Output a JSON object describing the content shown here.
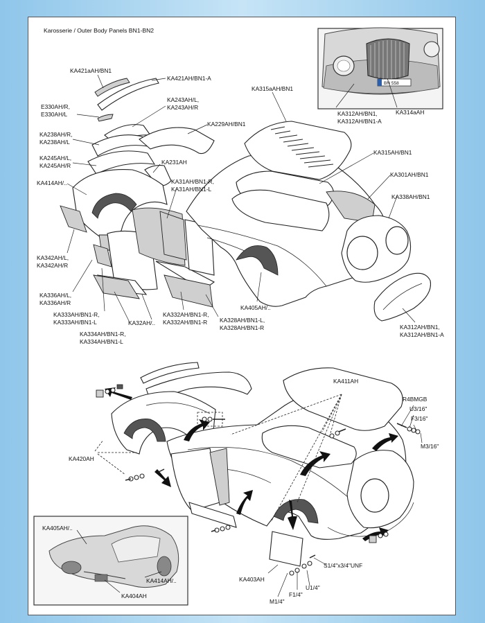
{
  "title": "Karosserie / Outer Body Panels BN1-BN2",
  "labels": {
    "ka421aah_bn1": "KA421aAH/BN1",
    "ka421ah_bn1a": "KA421AH/BN1-A",
    "e330ah_r": "E330AH/R,",
    "e330ah_l": "E330AH/L",
    "ka243ah_l": "KA243AH/L,",
    "ka243ah_r": "KA243AH/R",
    "ka238ah_r": "KA238AH/R,",
    "ka238ah_l": "KA238AH/L",
    "ka229ah_bn1": "KA229AH/BN1",
    "ka315aah_bn1": "KA315aAH/BN1",
    "ka312ah_bn1_top": "KA312AH/BN1,",
    "ka312ah_bn1a_top": "KA312AH/BN1-A",
    "ka314aah": "KA314aAH",
    "ka245ah_l": "KA245AH/L,",
    "ka245ah_r": "KA245AH/R",
    "ka315ah_bn1": "KA315AH/BN1",
    "ka231ah": "KA231AH",
    "ka414ah_top": "KA414AH/..",
    "ka31ah_bn1r": "KA31AH/BN1-R,",
    "ka31ah_bn1l": "KA31AH/BN1-L",
    "ka301ah_bn1": "KA301AH/BN1",
    "ka338ah_bn1": "KA338AH/BN1",
    "ka342ah_l": "KA342AH/L,",
    "ka342ah_r": "KA342AH/R",
    "ka336ah_l": "KA336AH/L,",
    "ka336ah_r": "KA336AH/R",
    "ka405ah_mid": "KA405AH/..",
    "ka333ah_r": "KA333AH/BN1-R,",
    "ka333ah_l": "KA333AH/BN1-L",
    "ka32ah": "KA32AH/..",
    "ka332ah_r": "KA332AH/BN1-R,",
    "ka332ah_l": "KA332AH/BN1-R",
    "ka328ah_l": "KA328AH/BN1-L,",
    "ka328ah_r": "KA328AH/BN1-R",
    "ka312ah_bn1_bot": "KA312AH/BN1,",
    "ka312ah_bn1a_bot": "KA312AH/BN1-A",
    "ka334ah_r": "KA334AH/BN1-R,",
    "ka334ah_l": "KA334AH/BN1-L",
    "ka411ah": "KA411AH",
    "r4bmgb": "R4BMGB",
    "u3_16": "U3/16\"",
    "f3_16": "F3/16\"",
    "m3_16": "M3/16\"",
    "ka420ah": "KA420AH",
    "ka405ah_inset": "KA405AH/..",
    "ka414ah_inset": "KA414AH/..",
    "ka404ah": "KA404AH",
    "s1_4": "S1/4\"x3/4\"UNF",
    "ka403ah": "KA403AH",
    "u1_4": "U1/4\"",
    "f1_4": "F1/4\"",
    "m1_4": "M1/4\""
  },
  "plate_text": "BN 558"
}
